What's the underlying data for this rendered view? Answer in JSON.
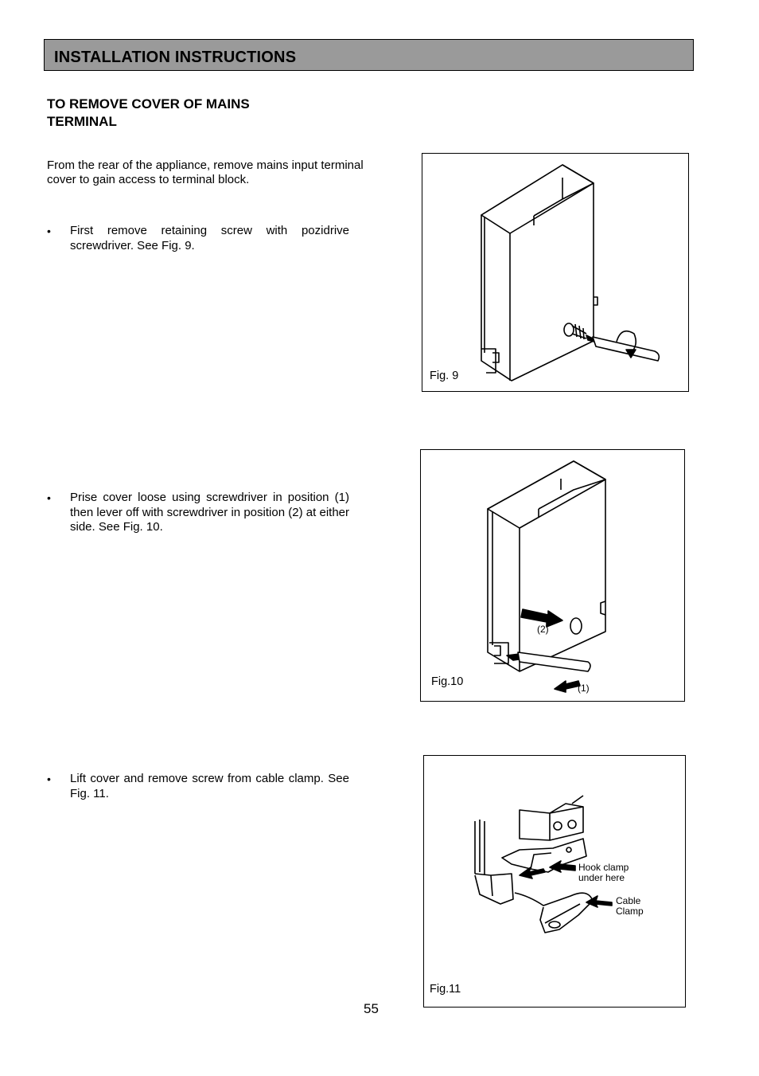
{
  "header": {
    "title": "INSTALLATION INSTRUCTIONS"
  },
  "section": {
    "title": "TO REMOVE COVER OF MAINS TERMINAL"
  },
  "intro": "From the rear of the appliance, remove mains input terminal cover to gain access to terminal block.",
  "steps": [
    {
      "bullet": "•",
      "text": "First remove retaining screw with pozidrive screwdriver.  See Fig. 9."
    },
    {
      "bullet": "•",
      "text": "Prise cover loose using screwdriver in position (1) then lever off with screwdriver in position (2) at either side.  See Fig. 10."
    },
    {
      "bullet": "•",
      "text": "Lift cover and remove screw from cable clamp. See Fig. 11."
    }
  ],
  "figures": [
    {
      "label": "Fig. 9"
    },
    {
      "label": "Fig.10",
      "callouts": [
        "(2)",
        "(1)"
      ]
    },
    {
      "label": "Fig.11",
      "callouts": [
        "Hook clamp",
        "under here",
        "Cable",
        "Clamp"
      ]
    }
  ],
  "page_number": "55"
}
